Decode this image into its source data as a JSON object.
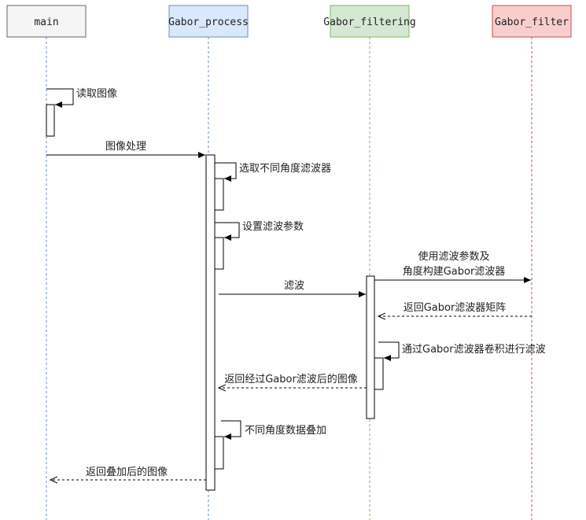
{
  "participants": [
    {
      "id": "main",
      "label": "main",
      "fill": "#f5f5f5",
      "stroke": "#666666",
      "line": "#6c8ebf"
    },
    {
      "id": "gabor-process",
      "label": "Gabor_process",
      "fill": "#dae8fc",
      "stroke": "#6c8ebf",
      "line": "#6c8ebf"
    },
    {
      "id": "gabor-filtering",
      "label": "Gabor_filtering",
      "fill": "#d5e8d4",
      "stroke": "#82b366",
      "line": "#82b366"
    },
    {
      "id": "gabor-filter",
      "label": "Gabor_filter",
      "fill": "#f8cecc",
      "stroke": "#b85450",
      "line": "#b85450"
    }
  ],
  "messages": [
    {
      "id": "read-image",
      "text": "读取图像"
    },
    {
      "id": "image-process",
      "text": "图像处理"
    },
    {
      "id": "select-angle-filters",
      "text": "选取不同角度滤波器"
    },
    {
      "id": "set-filter-params",
      "text": "设置滤波参数"
    },
    {
      "id": "build-gabor-filter",
      "lines": [
        "使用滤波参数及",
        "角度构建Gabor滤波器"
      ]
    },
    {
      "id": "filter",
      "text": "滤波"
    },
    {
      "id": "return-filter-matrix",
      "text": "返回Gabor滤波器矩阵"
    },
    {
      "id": "convolve-filter",
      "text": "通过Gabor滤波器卷积进行滤波"
    },
    {
      "id": "return-filtered-image",
      "text": "返回经过Gabor滤波后的图像"
    },
    {
      "id": "stack-angle-data",
      "text": "不同角度数据叠加"
    },
    {
      "id": "return-stacked-image",
      "text": "返回叠加后的图像"
    }
  ]
}
